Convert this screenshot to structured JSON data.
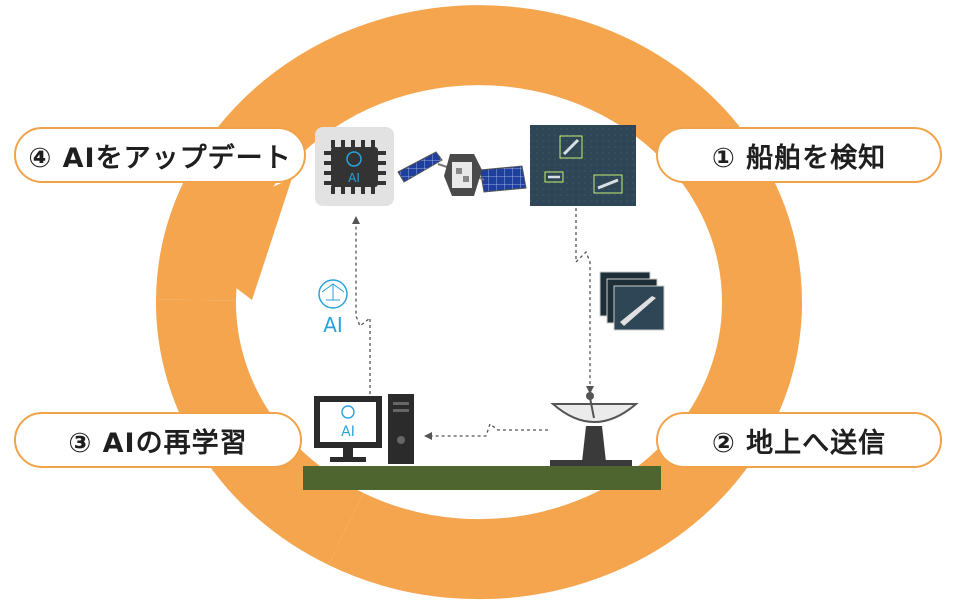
{
  "steps": {
    "detect": "① 船舶を検知",
    "send": "② 地上へ送信",
    "retrain": "③ AIの再学習",
    "update": "④ AIをアップデート"
  },
  "icons": {
    "chip_ai": "AI",
    "floating_ai": "AI",
    "monitor_ai": "AI"
  },
  "colors": {
    "cycle": "#f4a54e",
    "ground": "#4e6530",
    "ai_blue": "#2aa3dc",
    "sat_image": "#2e4656"
  }
}
